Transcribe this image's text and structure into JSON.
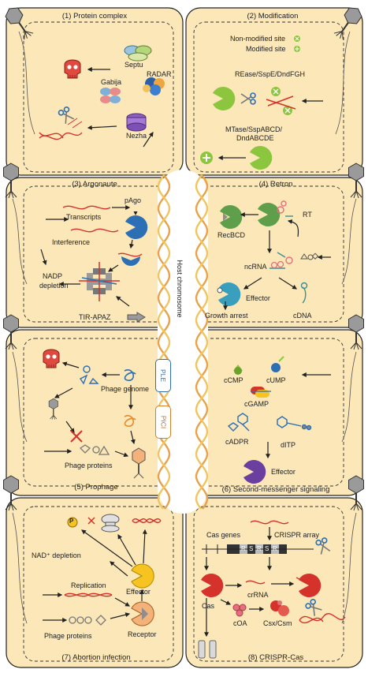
{
  "panels": {
    "p1": {
      "title": "(1) Protein complex",
      "septu": "Septu",
      "gabija": "Gabija",
      "radar": "RADAR",
      "nezha": "Nezha"
    },
    "p2": {
      "title": "(2) Modification",
      "legend_nonmod": "Non-modified site",
      "legend_mod": "Modified site",
      "rease": "REase/SspE/DndFGH",
      "mtase_1": "MTase/SspABCD/",
      "mtase_2": "DndABCDE"
    },
    "p3": {
      "title": "(3) Argonaute",
      "pago": "pAgo",
      "transcripts": "Transcripts",
      "interference": "Interference",
      "nadp_1": "NADP",
      "nadp_2": "depletion",
      "tir": "TIR-APAZ"
    },
    "p4": {
      "title": "(4) Retron",
      "rt": "RT",
      "recbcd": "RecBCD",
      "ncrna": "ncRNA",
      "effector": "Effector",
      "growth": "Growth arrest",
      "cdna": "cDNA"
    },
    "p5": {
      "title": "(5) Prophage",
      "ple": "PLE",
      "pici": "PICI",
      "genome": "Phage genome",
      "proteins": "Phage proteins"
    },
    "p6": {
      "title": "(6) Second-messenger signaling",
      "ccmp": "cCMP",
      "cump": "cUMP",
      "cgamp": "cGAMP",
      "cadpr": "cADPR",
      "ditp": "dITP",
      "effector": "Effector"
    },
    "p7": {
      "title": "(7) Abortion infection",
      "nad": "NAD⁺ depletion",
      "effector": "Effector",
      "replication": "Replication",
      "proteins": "Phage proteins",
      "receptor": "Receptor",
      "p_mark": "P"
    },
    "p8": {
      "title": "(8) CRISPR-Cas",
      "cas_genes": "Cas genes",
      "array": "CRISPR array",
      "crrna": "crRNA",
      "cas": "Cas",
      "coa": "cOA",
      "csx": "Csx/Csm",
      "r": "R",
      "s": "S"
    }
  },
  "center": {
    "label": "Host chromosome"
  },
  "colors": {
    "panel_fill": "#fbe7b8",
    "panel_border": "#222222",
    "helix_a": "#e9a24a",
    "helix_b": "#f0c560",
    "red": "#d5322b",
    "green": "#8cc63f",
    "blue": "#2c6fb4",
    "purple": "#6a3fa0",
    "pink": "#e66f7e",
    "orange": "#e68a2e",
    "yellow": "#f6c320",
    "gray": "#8e8e8e"
  },
  "icons": [
    "skull-icon",
    "septu-complex-icon",
    "gabija-complex-icon",
    "radar-complex-icon",
    "nezha-complex-icon",
    "scissors-icon",
    "pacman-protein-icon",
    "phage-icon",
    "dna-helix-icon",
    "rna-wave-icon",
    "pore-icon"
  ]
}
